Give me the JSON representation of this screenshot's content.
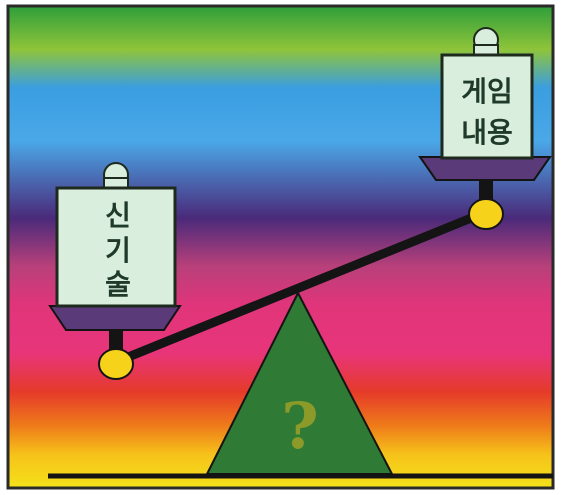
{
  "left_weight": {
    "lines": [
      "신",
      "기",
      "술"
    ]
  },
  "right_weight": {
    "lines": [
      "게임",
      "내용"
    ]
  },
  "fulcrum": {
    "symbol": "?"
  },
  "colors": {
    "border": "#2a2a2a",
    "beam": "#141414",
    "weight_fill": "#d9eedc",
    "weight_edge": "#1e2a1e",
    "pan": "#5a3a78",
    "joint": "#f7d21a",
    "fulcrum": "#2f7a34",
    "question": "#8c9a2a",
    "bands": [
      "#2e9e3a",
      "#8fc43a",
      "#3a9ee0",
      "#4aa8e8",
      "#4a2a7a",
      "#b8407a",
      "#e0357a",
      "#e8357a",
      "#e53a2a",
      "#ee7a1a",
      "#f6c21a",
      "#f4e21a"
    ]
  }
}
